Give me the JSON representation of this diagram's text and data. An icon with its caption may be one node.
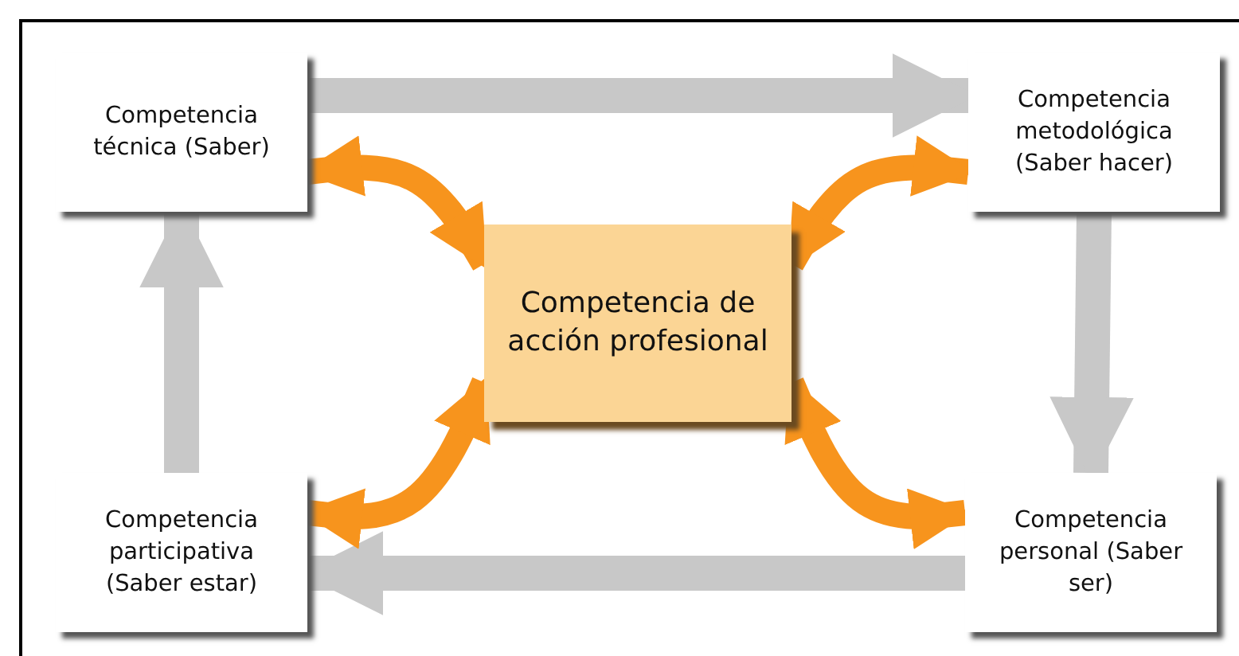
{
  "diagram": {
    "nodes": [
      {
        "text": [
          "Competencia técnica (Saber)"
        ]
      },
      {
        "text": [
          "Competencia metodológica (Saber hacer)"
        ]
      },
      {
        "text": [
          "Competencia participativa (Saber estar)"
        ]
      },
      {
        "text": [
          "Competencia personal (Saber ser)"
        ]
      },
      {
        "text": [
          "Competencia de acción profesional"
        ]
      }
    ],
    "edges": [
      {
        "from": 0,
        "to": 1,
        "arrow": "to"
      },
      {
        "from": 1,
        "to": 3,
        "arrow": "to"
      },
      {
        "from": 3,
        "to": 2,
        "arrow": "to"
      },
      {
        "from": 2,
        "to": 0,
        "arrow": "to"
      },
      {
        "from": 0,
        "to": 4,
        "arrow": "both",
        "color": "#f7941d"
      },
      {
        "from": 1,
        "to": 4,
        "arrow": "both",
        "color": "#f7941d"
      },
      {
        "from": 3,
        "to": 4,
        "arrow": "both",
        "color": "#f7941d"
      },
      {
        "from": 2,
        "to": 4,
        "arrow": "both",
        "color": "#f7941d"
      }
    ]
  }
}
